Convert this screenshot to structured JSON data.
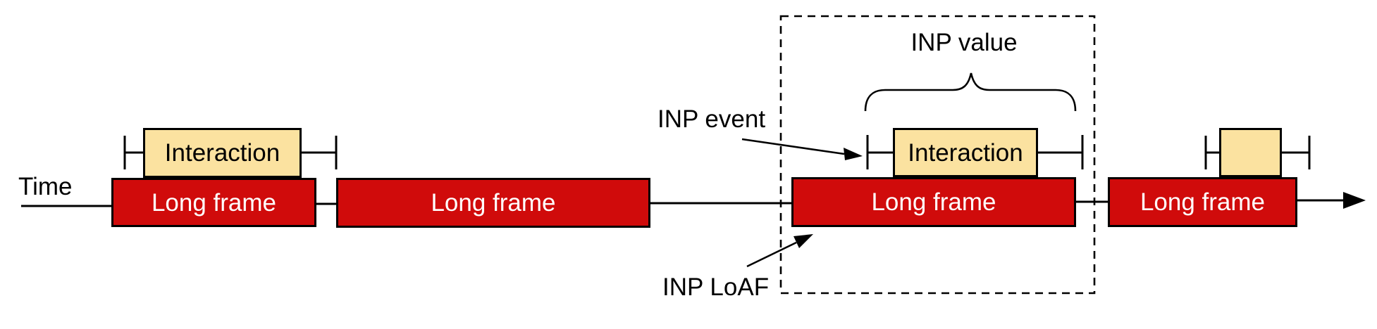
{
  "diagram": {
    "axis_label": "Time",
    "long_frame_boxes": [
      {
        "label": "Long frame"
      },
      {
        "label": "Long frame"
      },
      {
        "label": "Long frame"
      },
      {
        "label": "Long frame"
      }
    ],
    "interaction_boxes": [
      {
        "label": "Interaction"
      },
      {
        "label": "Interaction"
      },
      {
        "label": ""
      }
    ],
    "annotations": {
      "inp_value": "INP value",
      "inp_event": "INP event",
      "inp_loaf": "INP LoAF"
    },
    "colors": {
      "long_frame_fill": "#D00B0B",
      "long_frame_text": "#FFFFFF",
      "interaction_fill": "#FBE2A0",
      "interaction_text": "#000000",
      "outline": "#000000"
    }
  }
}
